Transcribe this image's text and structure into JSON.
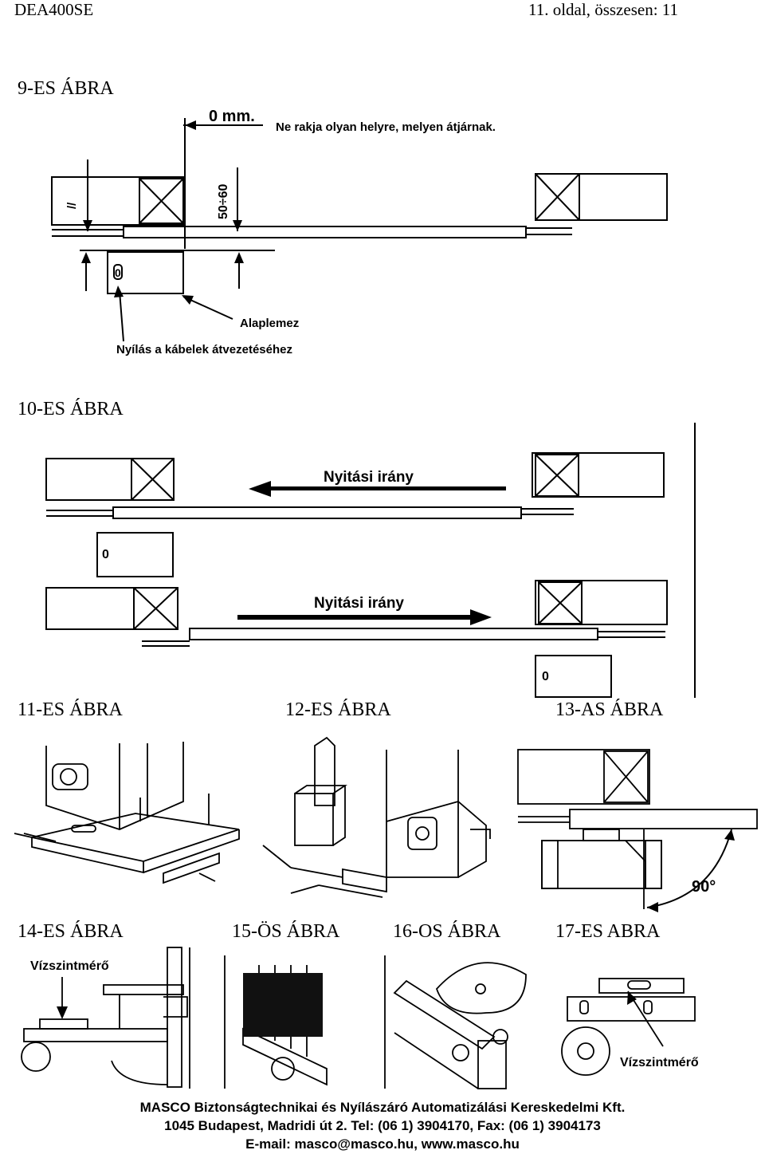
{
  "header": {
    "model": "DEA400SE",
    "page_info": "11. oldal, összesen: 11"
  },
  "fig9": {
    "title": "9-ES ÁBRA",
    "dim_0": "0 mm.",
    "warning": "Ne rakja olyan helyre, melyen átjárnak.",
    "dim_height": "50÷60",
    "parallel_mark": "//",
    "slot": "0",
    "base_plate": "Alaplemez",
    "cable_hole": "Nyílás a kábelek átvezetéséhez"
  },
  "fig10": {
    "title": "10-ES ÁBRA",
    "open_dir_1": "Nyitási irány",
    "open_dir_2": "Nyitási irány",
    "slot_1": "0",
    "slot_2": "0"
  },
  "row3": {
    "fig11": "11-ES ÁBRA",
    "fig12": "12-ES ÁBRA",
    "fig13": "13-AS ÁBRA",
    "angle": "90°"
  },
  "row4": {
    "fig14": "14-ES ÁBRA",
    "fig15": "15-ÖS ÁBRA",
    "fig16": "16-OS ÁBRA",
    "fig17": "17-ES ABRA",
    "level_14": "Vízszintmérő",
    "level_17": "Vízszintmérő"
  },
  "footer": {
    "company": "MASCO Biztonságtechnikai és Nyílászáró Automatizálási Kereskedelmi Kft.",
    "address": "1045 Budapest, Madridi út 2. Tel: (06 1) 3904170, Fax: (06 1) 3904173",
    "contact": "E-mail: masco@masco.hu, www.masco.hu"
  }
}
